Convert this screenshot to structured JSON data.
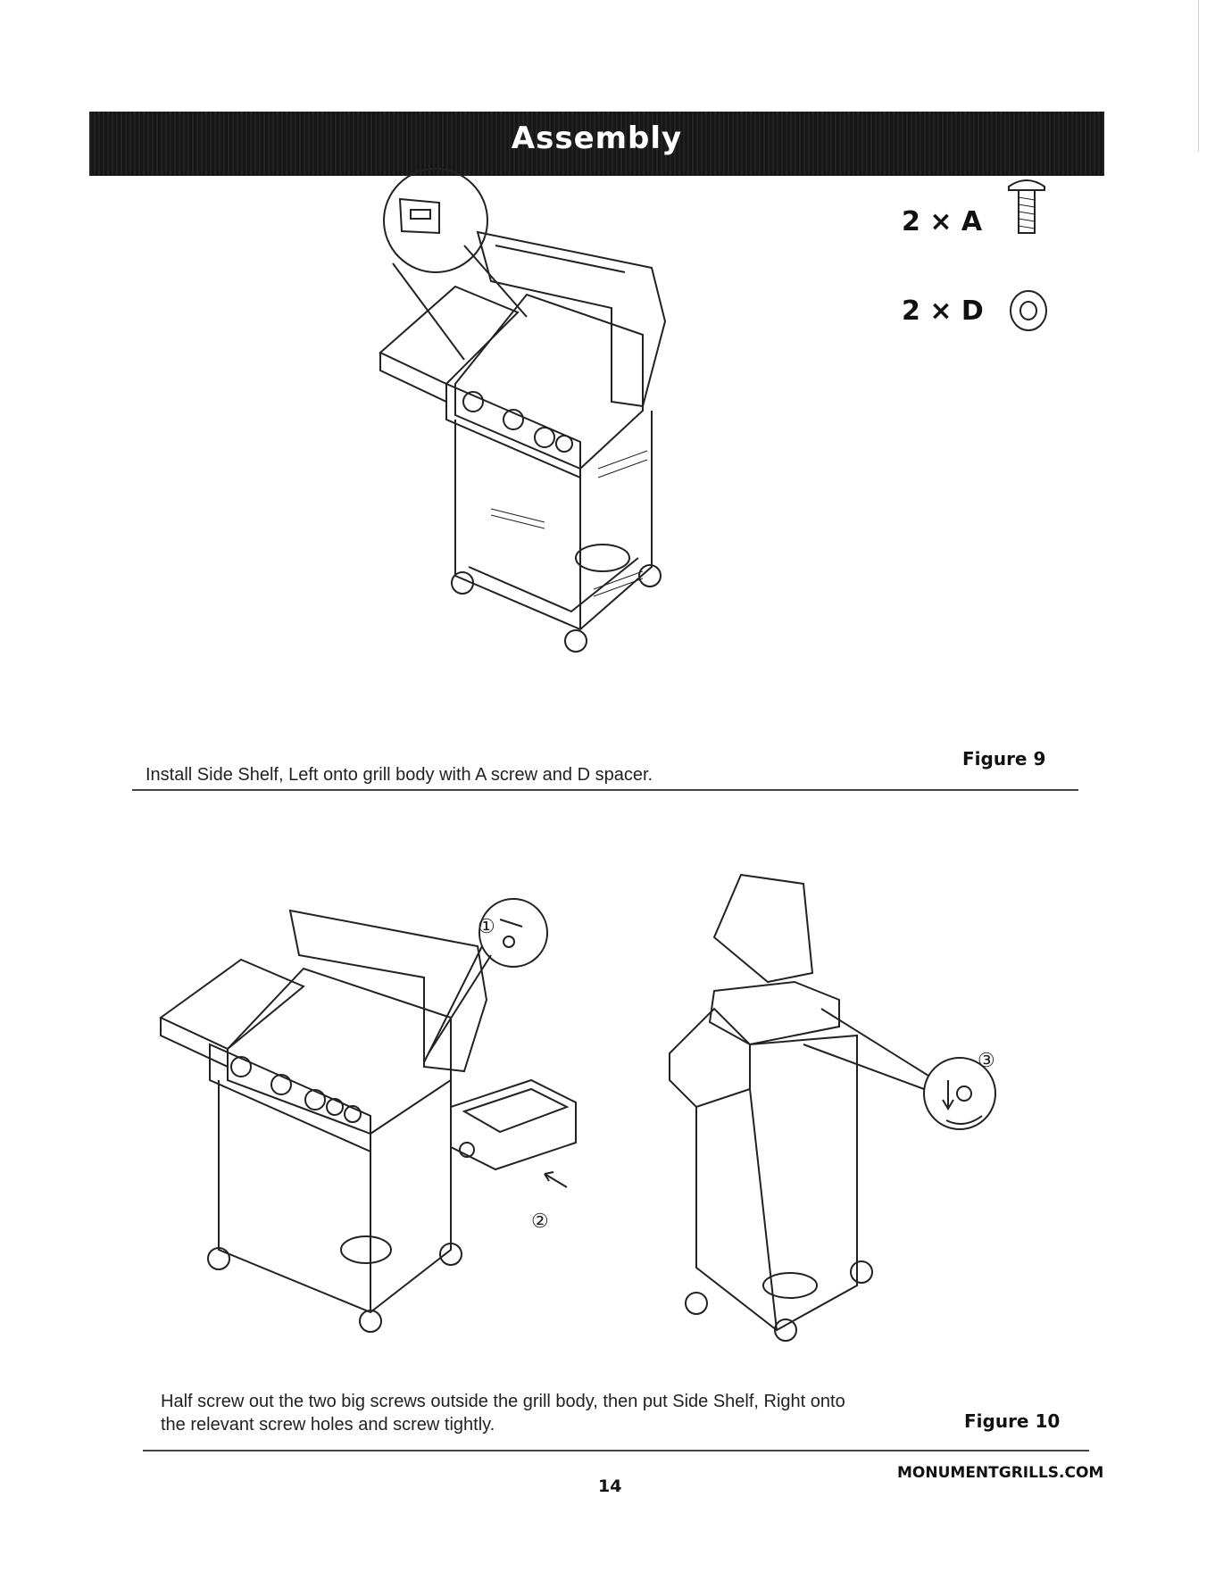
{
  "header": {
    "title": "Assembly"
  },
  "figure9": {
    "parts": [
      {
        "label": "2 × A",
        "icon": "screw-icon"
      },
      {
        "label": "2 × D",
        "icon": "spacer-washer-icon"
      }
    ],
    "caption": "Install Side Shelf, Left onto grill body with  A screw and D spacer.",
    "label": "Figure 9"
  },
  "figure10": {
    "steps": [
      "①",
      "②",
      "③"
    ],
    "caption_line1": "Half screw out the two big screws outside the grill body, then put Side Shelf, Right onto",
    "caption_line2": "the relevant screw holes and screw tightly.",
    "label": "Figure 10"
  },
  "footer": {
    "page_number": "14",
    "website": "MONUMENTGRILLS.COM"
  }
}
